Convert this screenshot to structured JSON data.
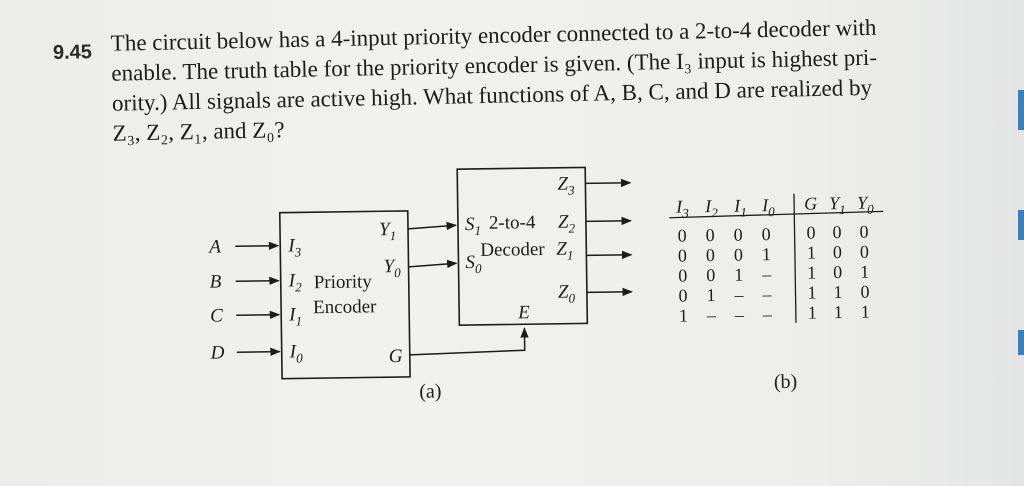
{
  "problem": {
    "number": "9.45",
    "lines": [
      "The circuit below has a 4-input priority encoder connected to a 2-to-4 decoder with",
      "enable. The truth table for the priority encoder is given. (The I₃ input is highest pri-",
      "ority.) All signals are active high. What functions of A, B, C, and D are realized by",
      "Z₃, Z₂, Z₁, and Z₀?"
    ]
  },
  "figure_a": {
    "inputs": [
      "A",
      "B",
      "C",
      "D"
    ],
    "encoder": {
      "name_line1": "Priority",
      "name_line2": "Encoder",
      "input_pins": [
        {
          "letter": "I",
          "sub": "3"
        },
        {
          "letter": "I",
          "sub": "2"
        },
        {
          "letter": "I",
          "sub": "1"
        },
        {
          "letter": "I",
          "sub": "0"
        }
      ],
      "output_pins": [
        {
          "letter": "Y",
          "sub": "1"
        },
        {
          "letter": "Y",
          "sub": "0"
        }
      ],
      "g_pin": "G"
    },
    "decoder": {
      "name_line1": "2-to-4",
      "name_line2": "Decoder",
      "select_pins": [
        {
          "letter": "S",
          "sub": "1"
        },
        {
          "letter": "S",
          "sub": "0"
        }
      ],
      "output_pins": [
        {
          "letter": "Z",
          "sub": "3"
        },
        {
          "letter": "Z",
          "sub": "2"
        },
        {
          "letter": "Z",
          "sub": "1"
        },
        {
          "letter": "Z",
          "sub": "0"
        }
      ],
      "enable_pin": "E"
    },
    "caption": "(a)"
  },
  "figure_b": {
    "headers_left": [
      {
        "letter": "I",
        "sub": "3"
      },
      {
        "letter": "I",
        "sub": "2"
      },
      {
        "letter": "I",
        "sub": "1"
      },
      {
        "letter": "I",
        "sub": "0"
      }
    ],
    "headers_right": [
      {
        "letter": "G",
        "sub": ""
      },
      {
        "letter": "Y",
        "sub": "1"
      },
      {
        "letter": "Y",
        "sub": "0"
      }
    ],
    "rows": [
      {
        "in": [
          "0",
          "0",
          "0",
          "0"
        ],
        "out": [
          "0",
          "0",
          "0"
        ]
      },
      {
        "in": [
          "0",
          "0",
          "0",
          "1"
        ],
        "out": [
          "1",
          "0",
          "0"
        ]
      },
      {
        "in": [
          "0",
          "0",
          "1",
          "–"
        ],
        "out": [
          "1",
          "0",
          "1"
        ]
      },
      {
        "in": [
          "0",
          "1",
          "–",
          "–"
        ],
        "out": [
          "1",
          "1",
          "0"
        ]
      },
      {
        "in": [
          "1",
          "–",
          "–",
          "–"
        ],
        "out": [
          "1",
          "1",
          "1"
        ]
      }
    ],
    "caption": "(b)"
  }
}
